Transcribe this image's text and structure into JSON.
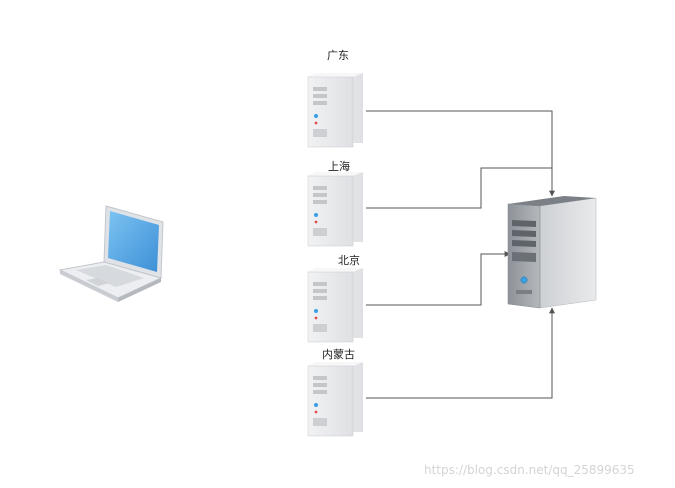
{
  "nodes": {
    "guangdong": {
      "label": "广东"
    },
    "shanghai": {
      "label": "上海"
    },
    "beijing": {
      "label": "北京"
    },
    "neimenggu": {
      "label": "内蒙古"
    }
  },
  "watermark": "https://blog.csdn.net/qq_25899635",
  "colors": {
    "edge": "#555555",
    "server_body": "#e6e7ea",
    "server_side": "#c9cbcf",
    "central_server_body": "#9ea3a9",
    "laptop_screen": "#5aaee7"
  },
  "icons": {
    "laptop": "laptop-icon",
    "server": "server-icon",
    "central_server": "server-tower-icon"
  }
}
